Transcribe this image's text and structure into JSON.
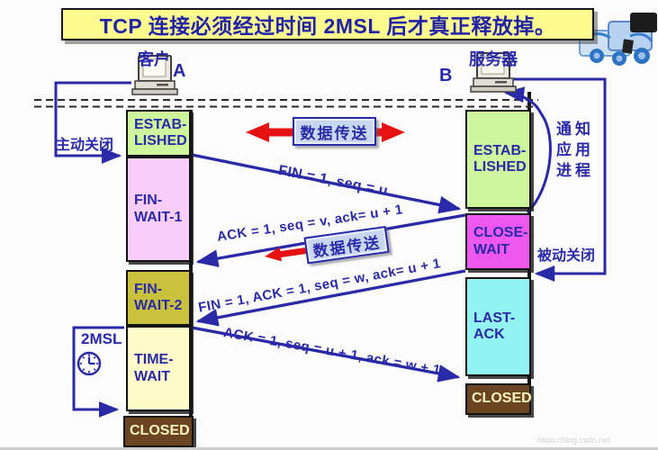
{
  "title": "TCP 连接必须经过时间 2MSL 后才真正释放掉。",
  "client": {
    "role_label": "客户",
    "host_label": "A",
    "states": [
      "ESTAB-\nLISHED",
      "FIN-\nWAIT-1",
      "FIN-\nWAIT-2",
      "TIME-\nWAIT",
      "CLOSED"
    ]
  },
  "server": {
    "role_label": "服务器",
    "host_label": "B",
    "states": [
      "ESTAB-\nLISHED",
      "CLOSE-\nWAIT",
      "LAST-\nACK",
      "CLOSED"
    ]
  },
  "messages": [
    "FIN = 1, seq = u",
    "ACK = 1, seq = v, ack= u + 1",
    "FIN = 1, ACK = 1, seq = w, ack= u + 1",
    "ACK = 1, seq = u + 1, ack = w + 1"
  ],
  "data_transfer": {
    "top": "数据传送",
    "middle": "数据传送"
  },
  "annotations": {
    "active_close": "主动关闭",
    "passive_close": "被动关闭",
    "notify_app": "通知\n应用\n进程",
    "msl": "2MSL"
  },
  "watermark": "https://blog.csdn.net",
  "colors": {
    "diagram_blue": "#2a2aa8",
    "red_arrow": "#e61212",
    "title_bg": "#fbfb8e",
    "established_bg": "#cdf69d",
    "fin_wait1_bg": "#f9cdf9",
    "fin_wait2_bg": "#c9c13c",
    "time_wait_bg": "#fffcc9",
    "close_wait_bg": "#ee58ee",
    "last_ack_bg": "#93f2f2",
    "closed_bg": "#6b4521",
    "closed_text": "#fdf3bb"
  }
}
